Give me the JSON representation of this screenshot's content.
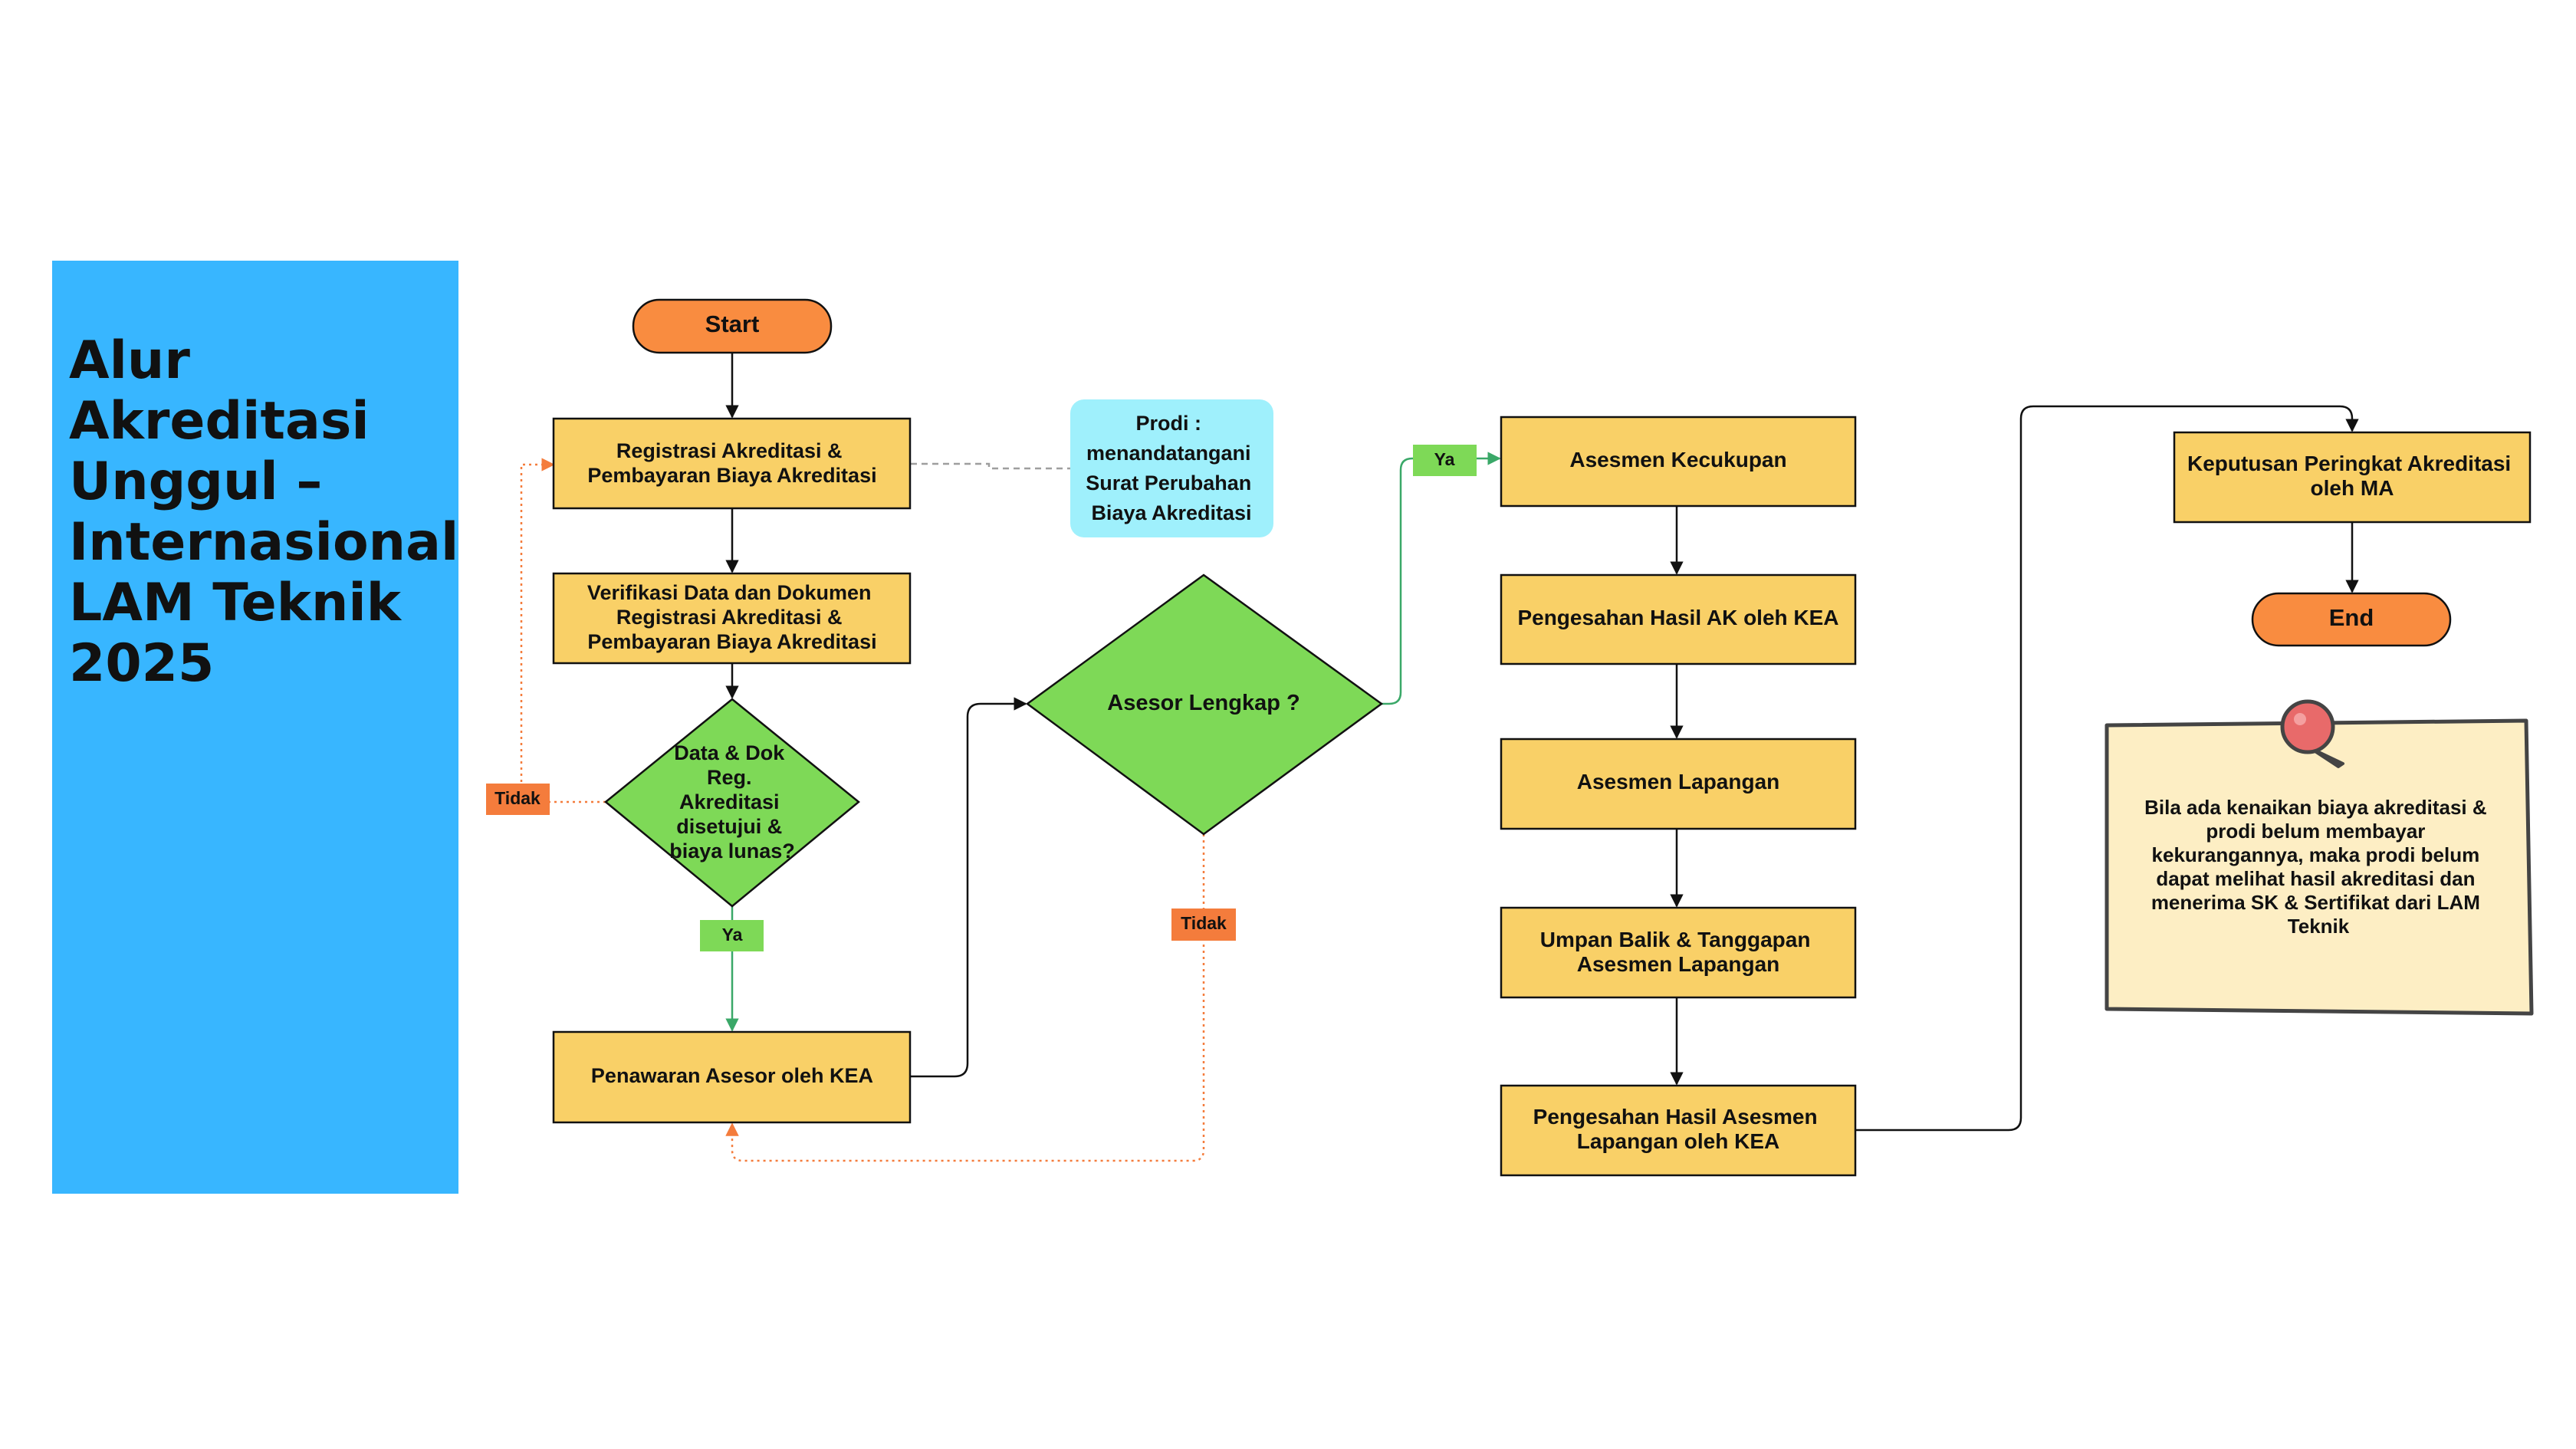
{
  "title": {
    "lines": [
      "Alur",
      "Akreditasi",
      "Unggul –",
      "Internasional",
      "LAM Teknik",
      "2025"
    ]
  },
  "nodes": {
    "start": {
      "lines": [
        "Start"
      ]
    },
    "registrasi": {
      "lines": [
        "Registrasi Akreditasi &",
        "Pembayaran Biaya Akreditasi"
      ]
    },
    "prodi_note": {
      "lines": [
        "Prodi :",
        "menandatangani",
        "Surat Perubahan",
        "Biaya Akreditasi"
      ]
    },
    "verifikasi": {
      "lines": [
        "Verifikasi Data dan Dokumen",
        "Registrasi Akreditasi &",
        "Pembayaran Biaya Akreditasi"
      ]
    },
    "decision_data": {
      "lines": [
        "Data & Dok",
        "Reg.",
        "Akreditasi",
        "disetujui &",
        "biaya lunas?"
      ]
    },
    "penawaran": {
      "lines": [
        "Penawaran Asesor oleh KEA"
      ]
    },
    "decision_asesor": {
      "lines": [
        "Asesor Lengkap ?"
      ]
    },
    "asesmen_kecukupan": {
      "lines": [
        "Asesmen Kecukupan"
      ]
    },
    "pengesahan_ak": {
      "lines": [
        "Pengesahan Hasil AK oleh KEA"
      ]
    },
    "asesmen_lapangan": {
      "lines": [
        "Asesmen Lapangan"
      ]
    },
    "umpan_balik": {
      "lines": [
        "Umpan Balik & Tanggapan",
        "Asesmen Lapangan"
      ]
    },
    "pengesahan_al": {
      "lines": [
        "Pengesahan Hasil Asesmen",
        "Lapangan oleh KEA"
      ]
    },
    "keputusan": {
      "lines": [
        "Keputusan Peringkat Akreditasi",
        "oleh MA"
      ]
    },
    "end": {
      "lines": [
        "End"
      ]
    },
    "sticky_note": {
      "lines": [
        "Bila ada kenaikan biaya akreditasi &",
        "prodi belum membayar",
        "kekurangannya, maka prodi belum",
        "dapat melihat hasil akreditasi dan",
        "menerima SK & Sertifikat dari LAM",
        "Teknik"
      ]
    }
  },
  "labels": {
    "tidak_1": "Tidak",
    "ya_1": "Ya",
    "ya_2": "Ya",
    "tidak_2": "Tidak"
  },
  "colors": {
    "title_bg": "#38b6ff",
    "terminal": "#f98c40",
    "process": "#f9d067",
    "decision": "#7ed957",
    "note": "#9ff0fc",
    "sticky": "#fdeec4",
    "pin": "#e86a6a",
    "tidak_badge": "#f47c3c",
    "ya_badge": "#7ed957",
    "flow_black": "#111111",
    "flow_orange": "#f47c3c",
    "flow_green": "#3aa868",
    "flow_gray": "#9e9e9e"
  }
}
